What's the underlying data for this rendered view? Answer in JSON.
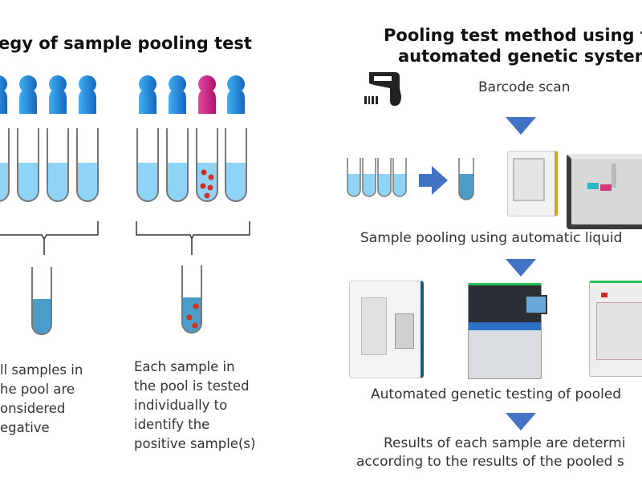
{
  "left_panel": {
    "title": "egy of sample pooling test",
    "negative_group": {
      "people": [
        "blue",
        "blue",
        "blue",
        "blue"
      ],
      "caption_lines": [
        "ll samples in",
        "he pool are",
        "onsidered",
        "egative"
      ]
    },
    "positive_group": {
      "people": [
        "blue",
        "blue",
        "magenta",
        "blue"
      ],
      "positive_tube_index": 2,
      "caption_lines": [
        "Each sample in",
        "the pool is tested",
        "individually to",
        "identify the",
        "positive sample(s)"
      ]
    }
  },
  "right_panel": {
    "title_lines": [
      "Pooling test method using full",
      "automated genetic systems"
    ],
    "steps": [
      {
        "id": "barcode",
        "label": "Barcode scan",
        "icon": "barcode-scanner-icon"
      },
      {
        "id": "pooling",
        "label": "Sample pooling using automatic liquid"
      },
      {
        "id": "testing",
        "label": "Automated genetic testing of pooled"
      },
      {
        "id": "results",
        "label_lines": [
          "Results of each sample are determi",
          "according to the results of the pooled s"
        ]
      }
    ]
  },
  "colors": {
    "person_blue": "#1e88d6",
    "person_magenta": "#c8197f",
    "liquid_light": "#8fd3f7",
    "liquid_pooled": "#4a9cc9",
    "tube_outline": "#777777",
    "virus_red": "#d0301f",
    "arrow_blue": "#4472c4"
  }
}
